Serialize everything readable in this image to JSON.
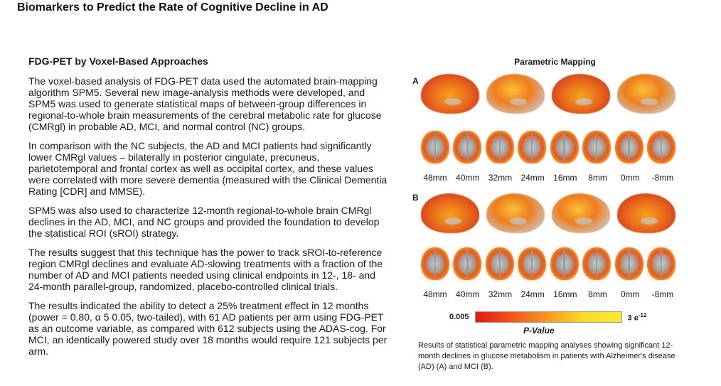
{
  "page": {
    "title": "Biomarkers to Predict the Rate of Cognitive Decline in AD"
  },
  "article": {
    "heading": "FDG-PET by Voxel-Based Approaches",
    "paragraphs": [
      "The voxel-based analysis of FDG-PET data used the automated brain-mapping algorithm SPM5. Several new image-analysis methods were developed, and SPM5 was used to generate statistical maps of between-group differences in regional-to-whole brain measurements of the cerebral metabolic rate for glucose (CMRgl) in probable AD, MCI, and normal control (NC) groups.",
      "In comparison with the NC subjects, the AD and MCI patients had significantly lower CMRgl values – bilaterally in posterior cingulate, precuneus, parietotemporal and frontal cortex as well as occipital cortex, and these values were correlated with more severe dementia (measured with the Clinical Dementia Rating [CDR] and MMSE).",
      "SPM5 was also used to characterize 12-month regional-to-whole brain CMRgl declines in the AD, MCI, and NC groups and provided the foundation to develop the statistical ROI (sROI) strategy.",
      "The results suggest that this technique has the power to track sROI-to-reference region CMRgl declines and evaluate AD-slowing treatments with a fraction of the number of AD and MCI patients needed using clinical endpoints in 12-, 18- and 24-month parallel-group, randomized, placebo-controlled clinical trials.",
      "The results indicated the ability to detect a 25% treatment effect in 12 months (power = 0.80, α 5 0.05, two-tailed), with 61 AD patients per arm using FDG-PET as an outcome variable, as compared with 612 subjects using the ADAS-cog. For MCI, an identically powered study over 18 months would require 121 subjects per arm."
    ]
  },
  "figure": {
    "title": "Parametric Mapping",
    "panels": [
      {
        "label": "A",
        "slices": [
          "48mm",
          "40mm",
          "32mm",
          "24mm",
          "16mm",
          "8mm",
          "0mm",
          "-8mm"
        ]
      },
      {
        "label": "B",
        "slices": [
          "48mm",
          "40mm",
          "32mm",
          "24mm",
          "16mm",
          "8mm",
          "0mm",
          "-8mm"
        ]
      }
    ],
    "colorbar": {
      "min_label": "0.005",
      "max_label": "3 e",
      "max_exp": "-12",
      "axis_label": "P-Value",
      "colors": [
        "#e21a12",
        "#ffe735"
      ]
    },
    "caption": "Results of statistical parametric mapping analyses showing significant 12-month declines in glucose metabolism in patients with Alzheimer's disease (AD) (A) and MCI (B)."
  }
}
